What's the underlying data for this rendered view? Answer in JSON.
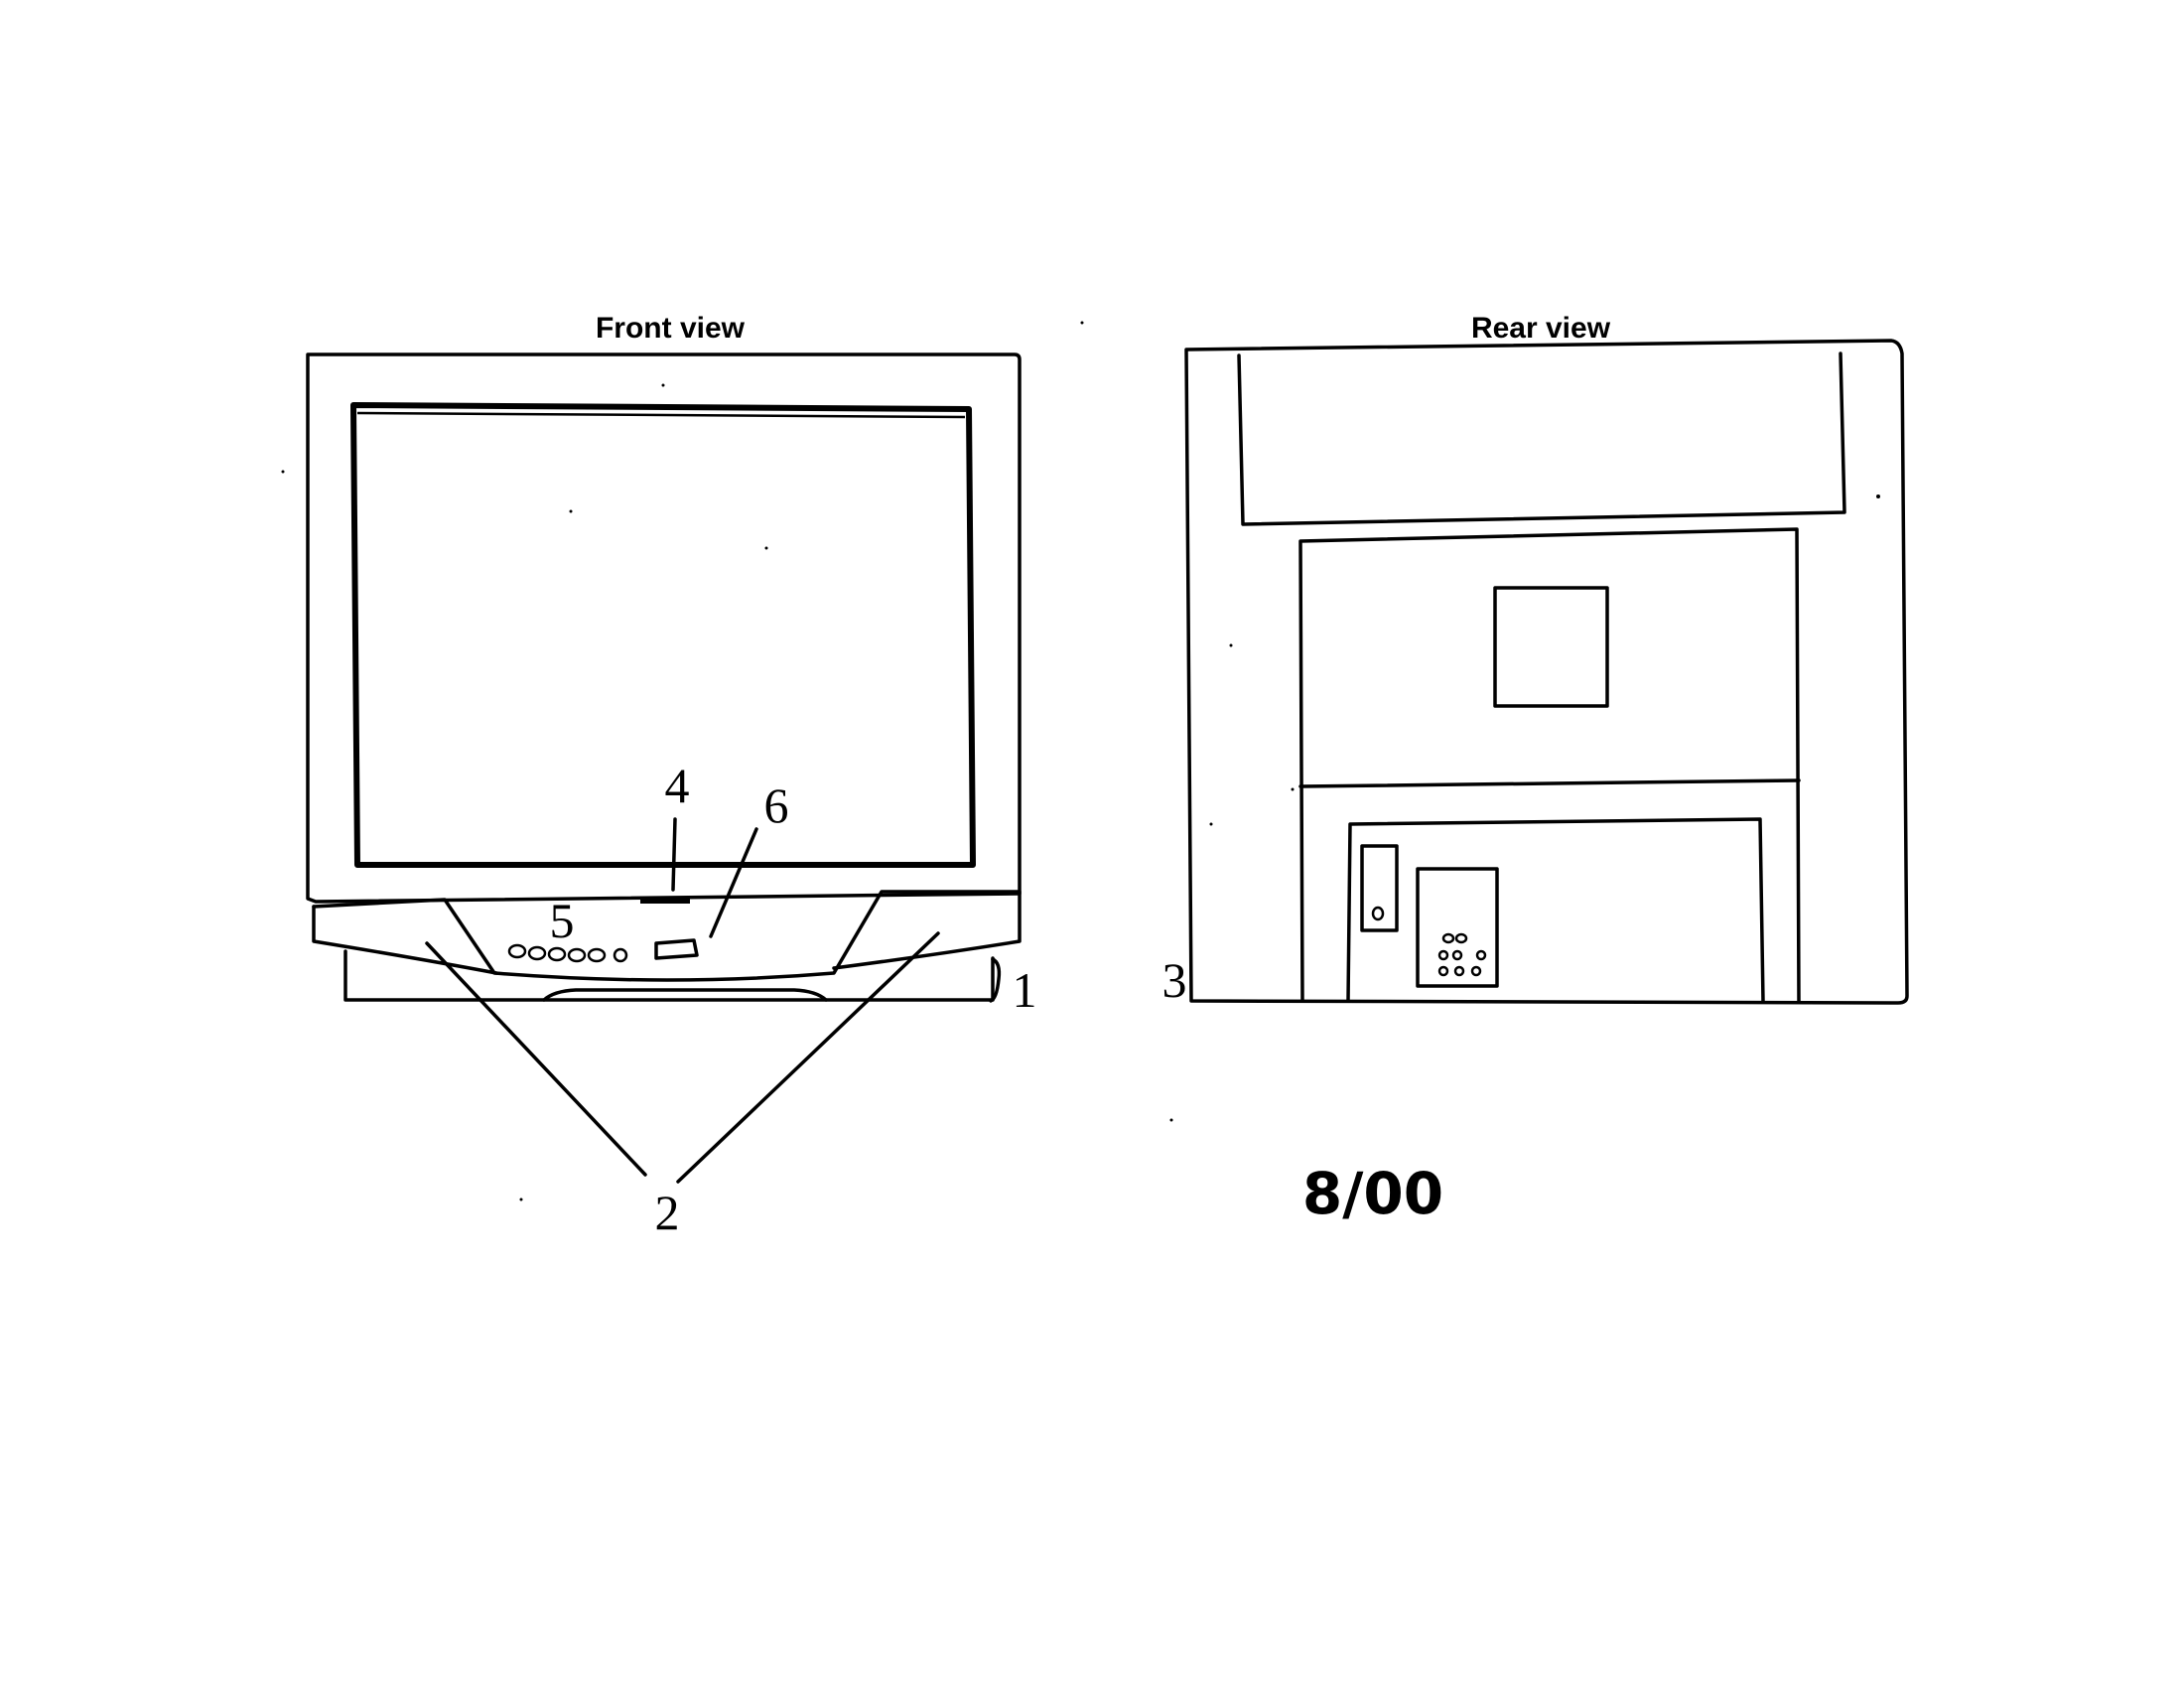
{
  "front_view": {
    "heading": "Front view",
    "callouts": {
      "c1": "1",
      "c2": "2",
      "c4": "4",
      "c5": "5",
      "c6": "6"
    }
  },
  "rear_view": {
    "heading": "Rear view",
    "callouts": {
      "c3": "3"
    }
  },
  "date_code": "8/00"
}
